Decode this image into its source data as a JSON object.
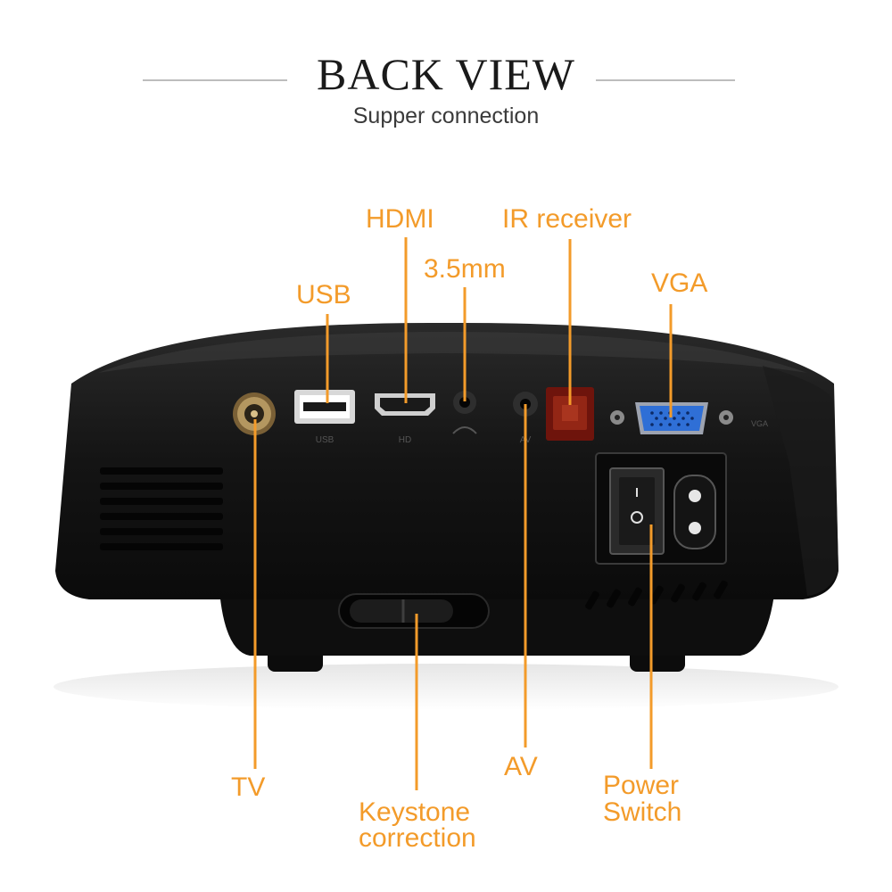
{
  "header": {
    "title": "BACK VIEW",
    "subtitle": "Supper connection"
  },
  "ports": {
    "usb": "USB",
    "hdmi": "HDMI",
    "audio": "3.5mm",
    "ir": "IR receiver",
    "vga": "VGA",
    "tv": "TV",
    "keystone_line1": "Keystone",
    "keystone_line2": "correction",
    "av": "AV",
    "power_line1": "Power",
    "power_line2": "Switch"
  },
  "device_markings": {
    "usb": "USB",
    "hdmi": "HD",
    "av": "AV",
    "vga": "VGA"
  },
  "colors": {
    "label": "#f39b2a",
    "device_body": "#151515",
    "vga_port": "#2f6fd6",
    "ir_window": "#8a1a10"
  }
}
